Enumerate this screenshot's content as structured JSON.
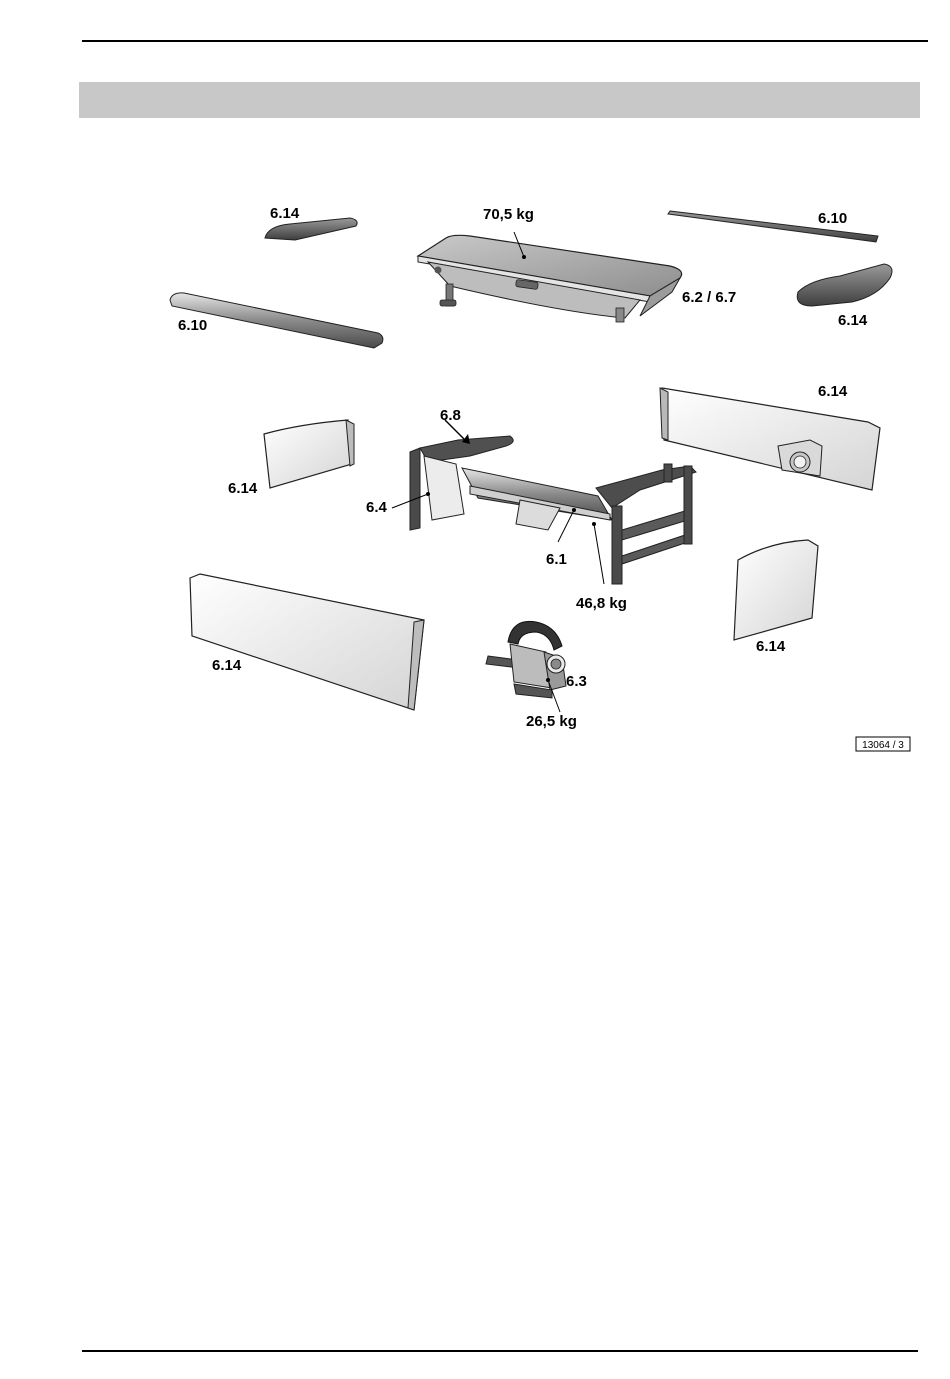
{
  "labels": {
    "panel_top_left": "6.14",
    "lid_weight": "70,5 kg",
    "strip_top_right": "6.10",
    "strip_left": "6.10",
    "lid_ref": "6.2 / 6.7",
    "panel_right_small": "6.14",
    "panel_right_large": "6.14",
    "fitting": "6.8",
    "panel_left_small": "6.14",
    "frame_side": "6.4",
    "frame": "6.1",
    "frame_weight": "46,8 kg",
    "panel_bottom_right": "6.14",
    "panel_front": "6.14",
    "pump": "6.3",
    "pump_weight": "26,5 kg"
  },
  "figure_ref": "13064 / 3"
}
